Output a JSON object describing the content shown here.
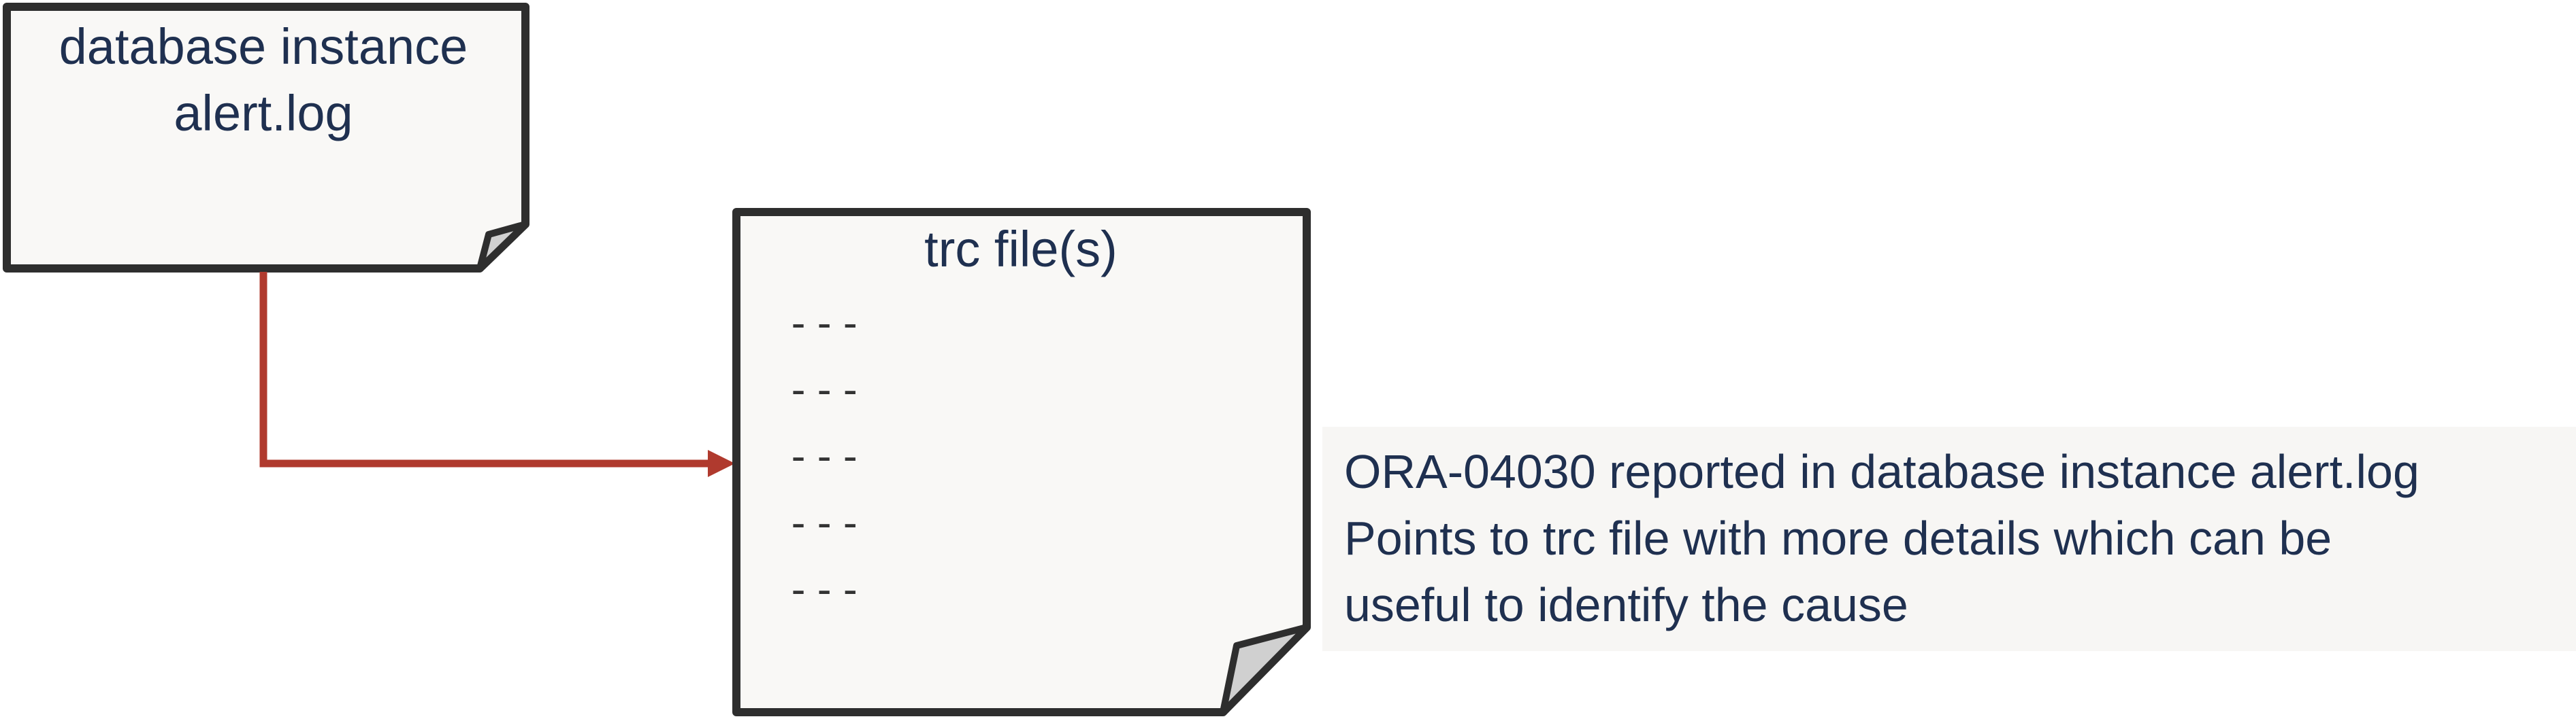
{
  "alert_doc": {
    "line1": "database instance",
    "line2": "alert.log"
  },
  "trc_doc": {
    "title": "trc file(s)",
    "lines": [
      "---",
      "---",
      "---",
      "---",
      "---"
    ]
  },
  "note": {
    "line1": "ORA-04030 reported in database instance alert.log",
    "line2": "Points to trc file with more details which can be",
    "line3": "useful to identify the cause"
  },
  "colors": {
    "doc_fill": "#f9f8f6",
    "doc_border": "#2e2e2e",
    "fold_fill": "#d0d0d0",
    "arrow": "#b03a2e",
    "text": "#1f3050",
    "note_bg": "#f7f6f4"
  }
}
